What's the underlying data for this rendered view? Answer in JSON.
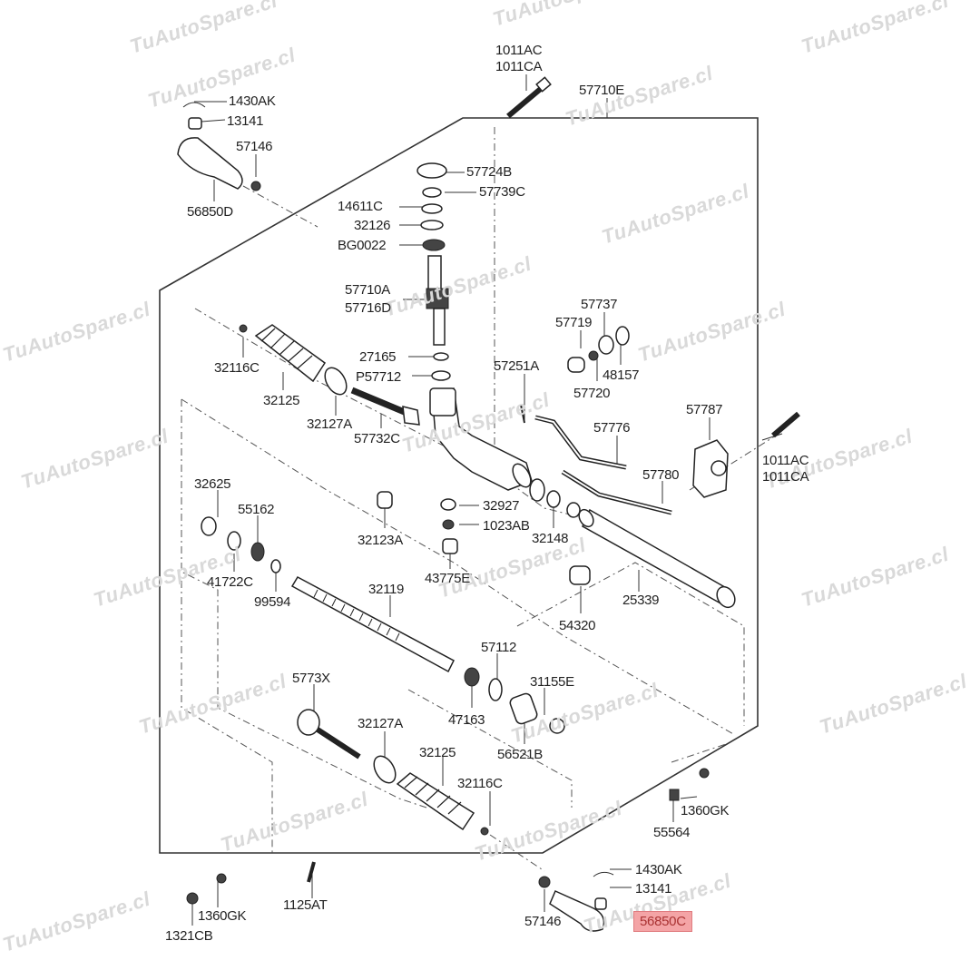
{
  "diagram": {
    "watermark": "TuAutoSpare.cl",
    "highlighted_part": "56850C",
    "labels": {
      "p1011ac_top": "1011AC",
      "p1011ca_top": "1011CA",
      "p57710e": "57710E",
      "p1430ak_top": "1430AK",
      "p13141_top": "13141",
      "p57146_top": "57146",
      "p56850d": "56850D",
      "p57724b": "57724B",
      "p57739c": "57739C",
      "p14611c": "14611C",
      "p32126": "32126",
      "pbg0022": "BG0022",
      "p57710a": "57710A",
      "p57716d": "57716D",
      "p57737": "57737",
      "p57719": "57719",
      "p48157": "48157",
      "p57720": "57720",
      "p32116c_top": "32116C",
      "p32125_top": "32125",
      "p27165": "27165",
      "pp57712": "P57712",
      "p57251a": "57251A",
      "p32127a_top": "32127A",
      "p57732c": "57732C",
      "p57787": "57787",
      "p57776": "57776",
      "p1011ac_right": "1011AC",
      "p1011ca_right": "1011CA",
      "p32625": "32625",
      "p55162": "55162",
      "p32927": "32927",
      "p57780": "57780",
      "p1023ab": "1023AB",
      "p32123a": "32123A",
      "p32148": "32148",
      "p41722c": "41722C",
      "p43775e": "43775E",
      "p99594": "99594",
      "p32119": "32119",
      "p25339": "25339",
      "p54320": "54320",
      "p57112": "57112",
      "p5773x": "5773X",
      "p31155e": "31155E",
      "p32127a_bot": "32127A",
      "p47163": "47163",
      "p56521b": "56521B",
      "p32125_bot": "32125",
      "p32116c_bot": "32116C",
      "p1360gk_right": "1360GK",
      "p55564": "55564",
      "p1430ak_bot": "1430AK",
      "p13141_bot": "13141",
      "p1360gk_left": "1360GK",
      "p1125at": "1125AT",
      "p1321cb": "1321CB",
      "p57146_bot": "57146",
      "p56850c": "56850C"
    }
  }
}
